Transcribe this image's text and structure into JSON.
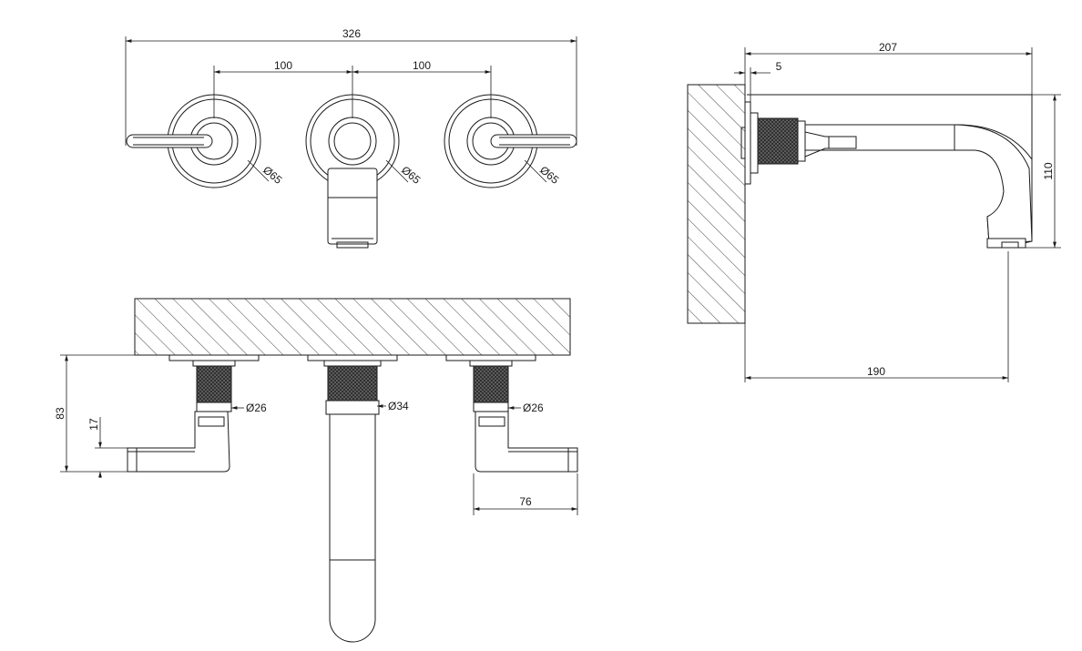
{
  "drawing": {
    "front_view": {
      "overall_width": "326",
      "left_spacing": "100",
      "right_spacing": "100",
      "left_handle_diameter": "Ø65",
      "spout_plate_diameter": "Ø65",
      "right_handle_diameter": "Ø65"
    },
    "top_view": {
      "left_diameter": "Ø26",
      "spout_diameter": "Ø34",
      "right_diameter": "Ø26",
      "projection_height": "83",
      "lever_height": "17",
      "lever_length": "76"
    },
    "side_view": {
      "total_depth": "207",
      "plate_thickness": "5",
      "spout_height": "110",
      "spout_reach": "190"
    },
    "colors": {
      "line": "#1a1a1a",
      "knurl": "#2b2b2b",
      "background": "#ffffff"
    }
  }
}
